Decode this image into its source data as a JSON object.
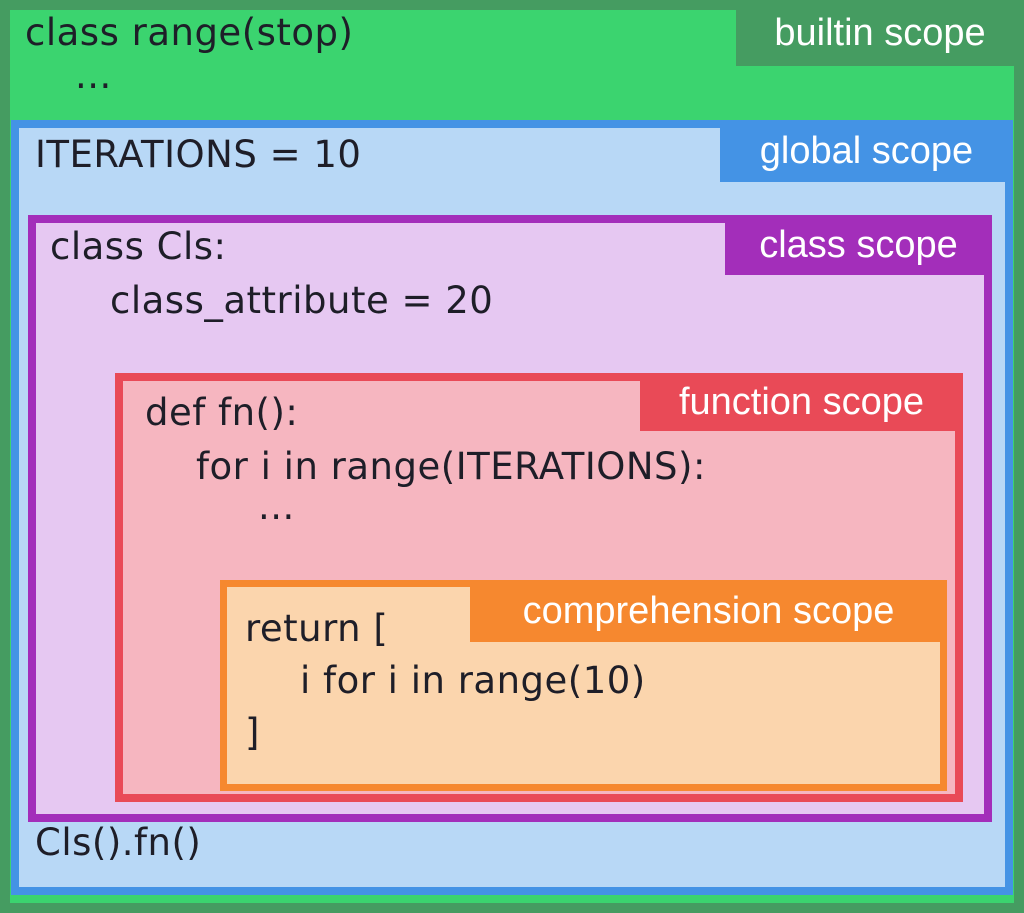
{
  "scopes": {
    "builtin": {
      "label": "builtin scope",
      "colors": {
        "border": "#459c61",
        "fill": "#3bd46f"
      },
      "lines": [
        "class range(stop)",
        "..."
      ]
    },
    "global": {
      "label": "global scope",
      "colors": {
        "border": "#4493e5",
        "fill": "#b8d8f6"
      },
      "lines": [
        "ITERATIONS = 10",
        "Cls().fn()"
      ]
    },
    "class": {
      "label": "class scope",
      "colors": {
        "border": "#a32eba",
        "fill": "#e6c8f2"
      },
      "lines": [
        "class Cls:",
        "class_attribute = 20"
      ]
    },
    "function": {
      "label": "function scope",
      "colors": {
        "border": "#e94a57",
        "fill": "#f6b6c0"
      },
      "lines": [
        "def fn():",
        "for i in range(ITERATIONS):",
        "..."
      ]
    },
    "comprehension": {
      "label": "comprehension scope",
      "colors": {
        "border": "#f6882f",
        "fill": "#fbd5ad"
      },
      "lines": [
        "return [",
        "i for i in range(10)",
        "]"
      ]
    }
  },
  "text_color": "#1e1e28",
  "label_text_color": "#ffffff"
}
